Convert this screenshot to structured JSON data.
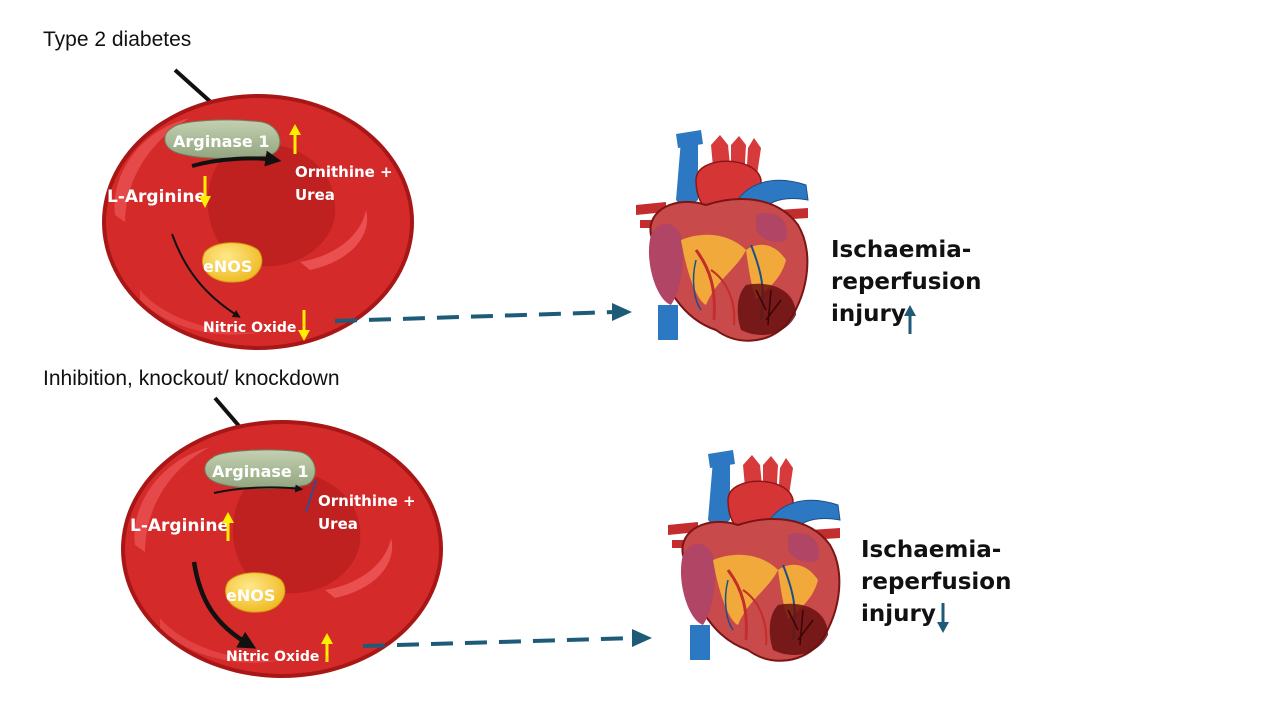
{
  "colors": {
    "rbc": "#d42a2a",
    "rbc_rim": "#a81616",
    "arginase": "#a7b894",
    "enos": "#f5c93a",
    "up_down_arrow": "#ffee00",
    "dashed_arrow": "#1e5b78",
    "injury_arrow": "#1e5b78"
  },
  "panels": [
    {
      "trigger": "Type 2 diabetes",
      "enzyme_arginase": "Arginase 1",
      "enzyme_enos": "eNOS",
      "substrate": "L-Arginine",
      "substrate_change": "down",
      "products_line1": "Ornithine +",
      "products_line2": "Urea",
      "arginase_change": "up",
      "no_label": "Nitric Oxide",
      "no_change": "down",
      "outcome_line1": "Ischaemia-",
      "outcome_line2": "reperfusion",
      "outcome_line3": "injury",
      "outcome_change": "up"
    },
    {
      "trigger": "Inhibition, knockout/ knockdown",
      "enzyme_arginase": "Arginase 1",
      "enzyme_enos": "eNOS",
      "substrate": "L-Arginine",
      "substrate_change": "up",
      "products_line1": "Ornithine +",
      "products_line2": "Urea",
      "arginase_change": "blocked",
      "no_label": "Nitric Oxide",
      "no_change": "up",
      "outcome_line1": "Ischaemia-",
      "outcome_line2": "reperfusion",
      "outcome_line3": "injury",
      "outcome_change": "down"
    }
  ]
}
